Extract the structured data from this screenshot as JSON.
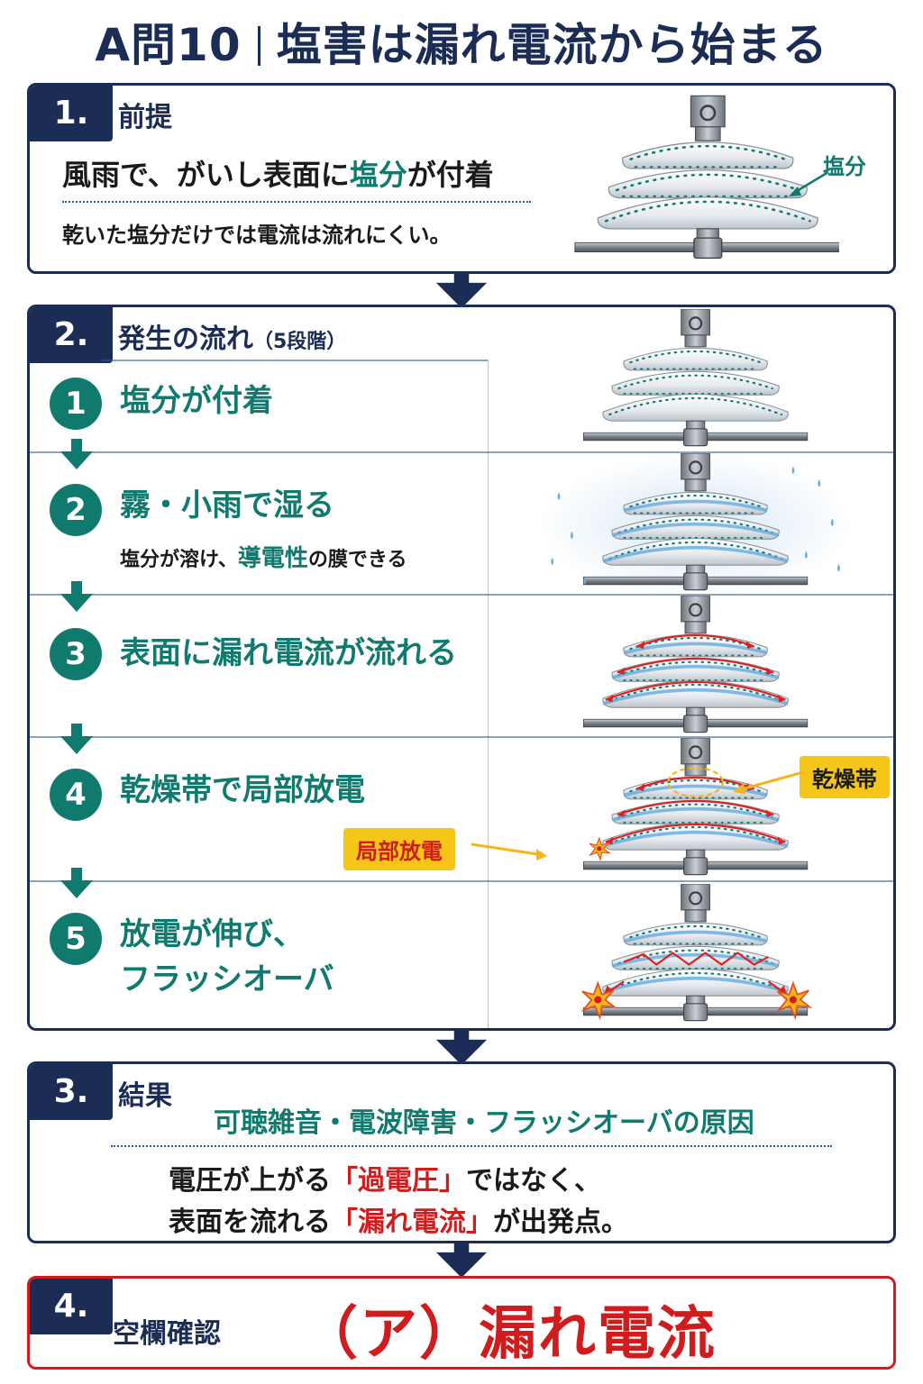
{
  "title": {
    "prefix": "A問10",
    "main": "塩害は漏れ電流から始まる"
  },
  "section1": {
    "num": "1.",
    "heading": "前提",
    "line1_pre": "風雨で、がいし表面に",
    "line1_emph": "塩分",
    "line1_post": "が付着",
    "line2": "乾いた塩分だけでは電流は流れにくい。",
    "illus_label": "塩分"
  },
  "section2": {
    "num": "2.",
    "heading": "発生の流れ",
    "heading_sub": "（5段階）",
    "steps": [
      {
        "num": "1",
        "text": "塩分が付着"
      },
      {
        "num": "2",
        "text": "霧・小雨で湿る",
        "sub_pre": "塩分が溶け、",
        "sub_emph": "導電性",
        "sub_post": "の膜できる"
      },
      {
        "num": "3",
        "text": "表面に漏れ電流が流れる"
      },
      {
        "num": "4",
        "text": "乾燥帯で局部放電",
        "callout_left": "局部放電",
        "callout_right": "乾燥帯"
      },
      {
        "num": "5",
        "text_line1": "放電が伸び、",
        "text_line2": "フラッシオーバ"
      }
    ]
  },
  "section3": {
    "num": "3.",
    "heading": "結果",
    "headline": "可聴雑音・電波障害・フラッシオーバの原因",
    "line1_pre": "電圧が上がる",
    "line1_emph": "「過電圧」",
    "line1_post": "ではなく、",
    "line2_pre": "表面を流れる",
    "line2_emph": "「漏れ電流」",
    "line2_post": "が出発点。"
  },
  "section4": {
    "num": "4.",
    "heading": "空欄確認",
    "answer": "（ア）漏れ電流"
  },
  "colors": {
    "navy": "#1c2d55",
    "teal": "#117a6e",
    "red": "#d01c1c",
    "yellow": "#f5c518"
  }
}
